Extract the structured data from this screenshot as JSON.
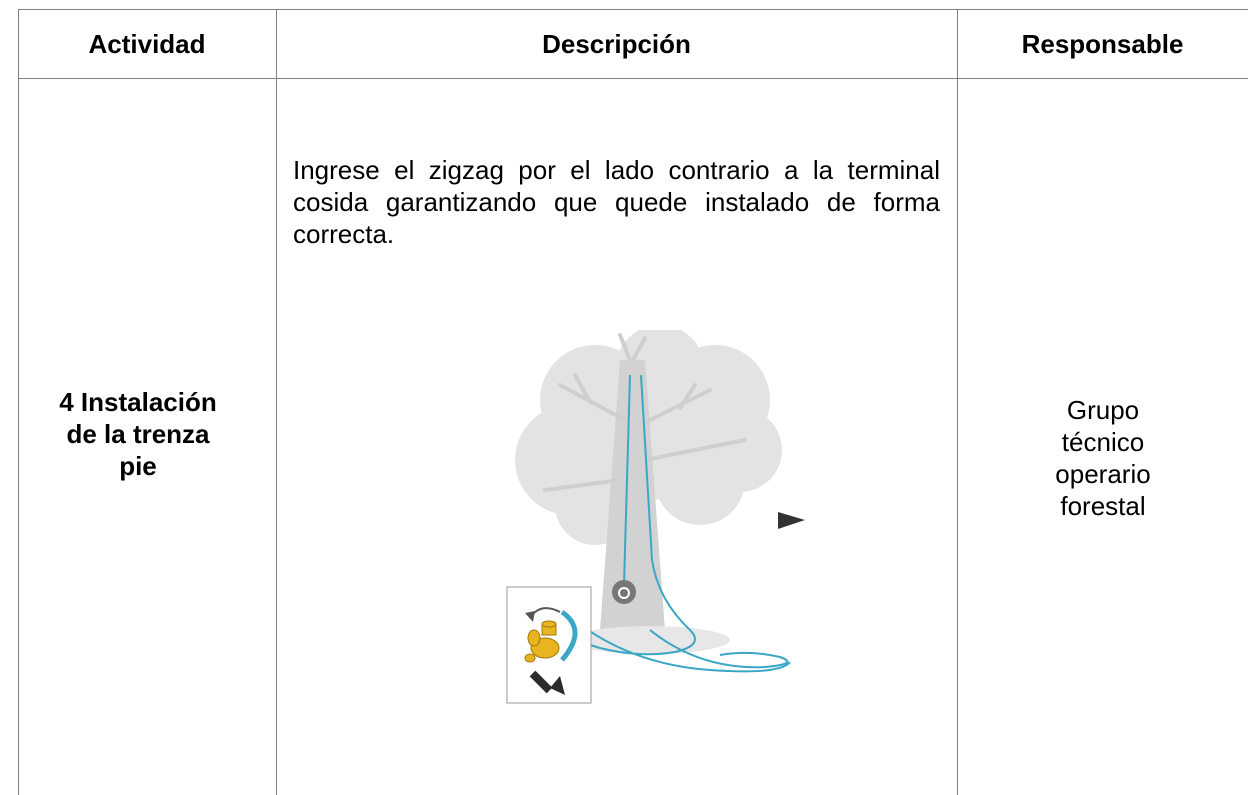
{
  "header": {
    "col1": "Actividad",
    "col2": "Descripción",
    "col3": "Responsable"
  },
  "row": {
    "actividad": [
      "4 Instalación",
      "de la trenza",
      "pie"
    ],
    "descripcion": "Ingrese el zigzag por el lado contrario a la terminal cosida garantizando que quede instalado de forma correcta.",
    "responsable": [
      "Grupo",
      "técnico",
      "operario",
      "forestal"
    ]
  },
  "illustration": {
    "icons": [
      "tree-icon",
      "rope-icon",
      "pulley-icon",
      "play-icon",
      "brass-zigzag-icon",
      "arrow-down-right-icon",
      "rotate-arrow-icon"
    ],
    "colors": {
      "rope": "#3aa7c6",
      "tree": "#d9d9d9",
      "brass": "#e8b520",
      "play": "#333333"
    }
  }
}
